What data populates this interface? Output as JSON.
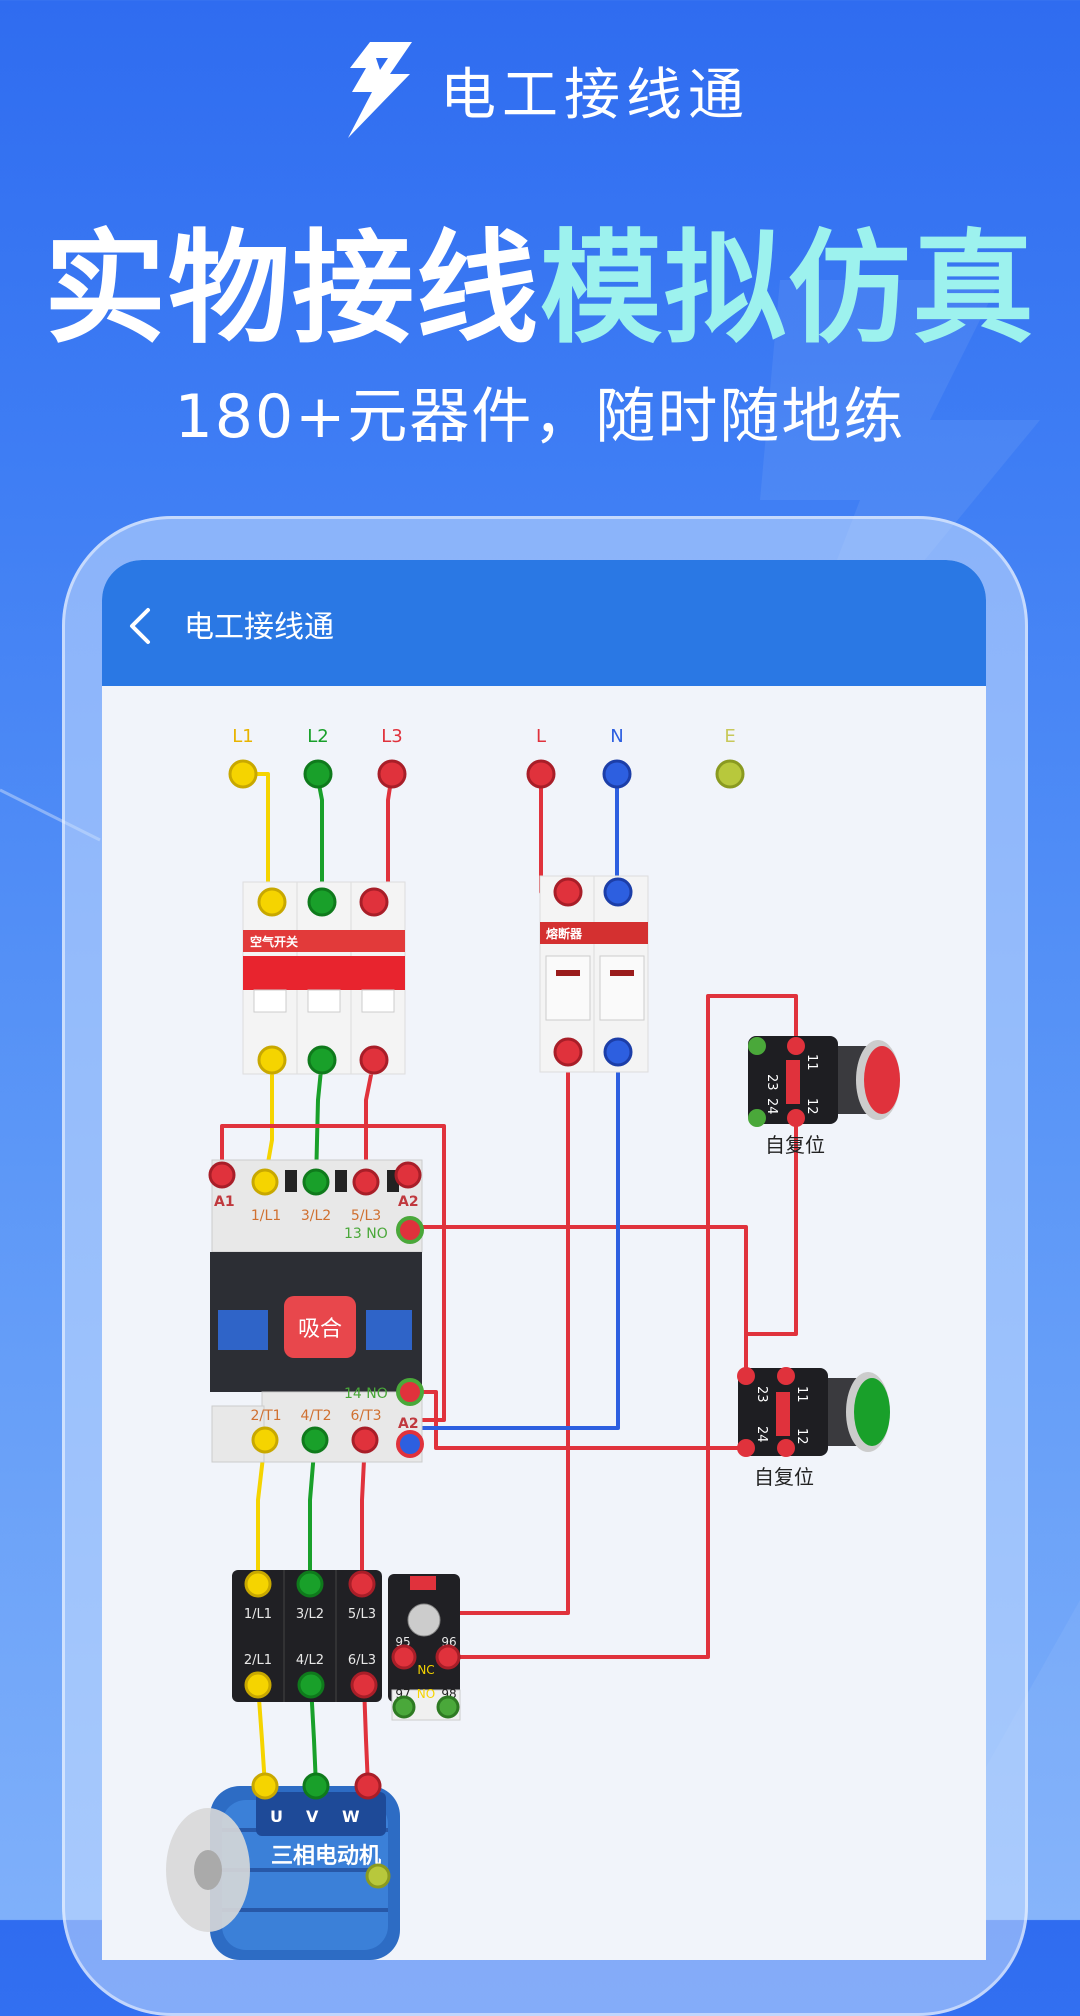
{
  "brand": {
    "logo_icon": "lightning-bolt-icon",
    "name": "电工接线通"
  },
  "headline": {
    "part1": "实物接线",
    "part2": "模拟仿真"
  },
  "subheadline": "180+元器件，随时随地练",
  "app": {
    "back_icon": "chevron-left-icon",
    "title": "电工接线通"
  },
  "colors": {
    "accent": "#2a78e4",
    "highlight": "#9df2ee",
    "wire_yellow": "#f5d400",
    "wire_green": "#19a02a",
    "wire_red": "#e0323c",
    "wire_blue": "#2d5fe0"
  },
  "terminals": {
    "L1": "L1",
    "L2": "L2",
    "L3": "L3",
    "L": "L",
    "N": "N",
    "E": "E"
  },
  "breaker": {
    "label": "空气开关"
  },
  "fuse": {
    "label": "熔断器"
  },
  "contactor": {
    "a1": "A1",
    "a2": "A2",
    "in1": "1/L1",
    "in2": "3/L2",
    "in3": "5/L3",
    "no13": "13 NO",
    "no14": "14 NO",
    "out1": "2/T1",
    "out2": "4/T2",
    "out3": "6/T3",
    "button": "吸合"
  },
  "pushbuttons": {
    "contacts": [
      "23",
      "24",
      "11",
      "12"
    ],
    "label_top": "自复位",
    "label_bottom": "自复位"
  },
  "overload": {
    "top": [
      "1/L1",
      "3/L2",
      "5/L3"
    ],
    "bottom": [
      "2/L1",
      "4/L2",
      "6/L3"
    ],
    "t95": "95",
    "t96": "96",
    "t97": "97",
    "t98": "98",
    "nc": "NC",
    "no": "NO"
  },
  "motor": {
    "label": "三相电动机",
    "u": "U",
    "v": "V",
    "w": "W"
  }
}
